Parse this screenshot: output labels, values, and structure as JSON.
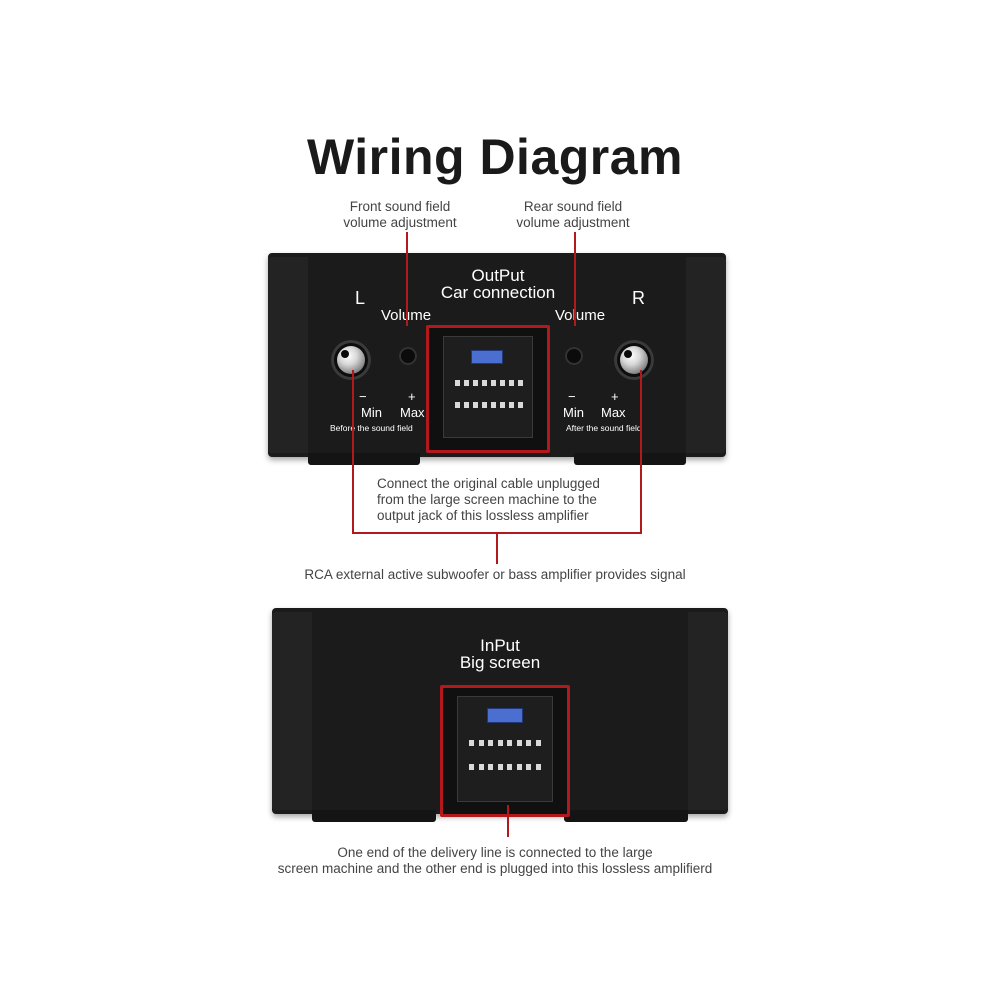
{
  "title": "Wiring Diagram",
  "captions": {
    "front_volume": [
      "Front sound field",
      "volume adjustment"
    ],
    "rear_volume": [
      "Rear sound field",
      "volume adjustment"
    ],
    "output_cable": [
      "Connect the original cable unplugged",
      "from the large screen machine to the",
      "output jack of this lossless amplifier"
    ],
    "rca_signal": "RCA external active subwoofer or bass amplifier provides signal",
    "input_cable": [
      "One end of the delivery line is connected to the large",
      "screen machine and the other end is plugged into this lossless amplifierd"
    ]
  },
  "output_panel": {
    "heading_1": "OutPut",
    "heading_2": "Car connection",
    "left_channel": "L",
    "right_channel": "R",
    "left_volume": "Volume",
    "right_volume": "Volume",
    "minus": "−",
    "plus": "+",
    "min": "Min",
    "max": "Max",
    "left_note": "Before the sound field",
    "right_note": "After the sound field"
  },
  "input_panel": {
    "heading_1": "InPut",
    "heading_2": "Big screen"
  },
  "colors": {
    "accent_red": "#b3181c",
    "fuse_blue": "#4b6fd1",
    "device_black": "#1b1b1b"
  }
}
